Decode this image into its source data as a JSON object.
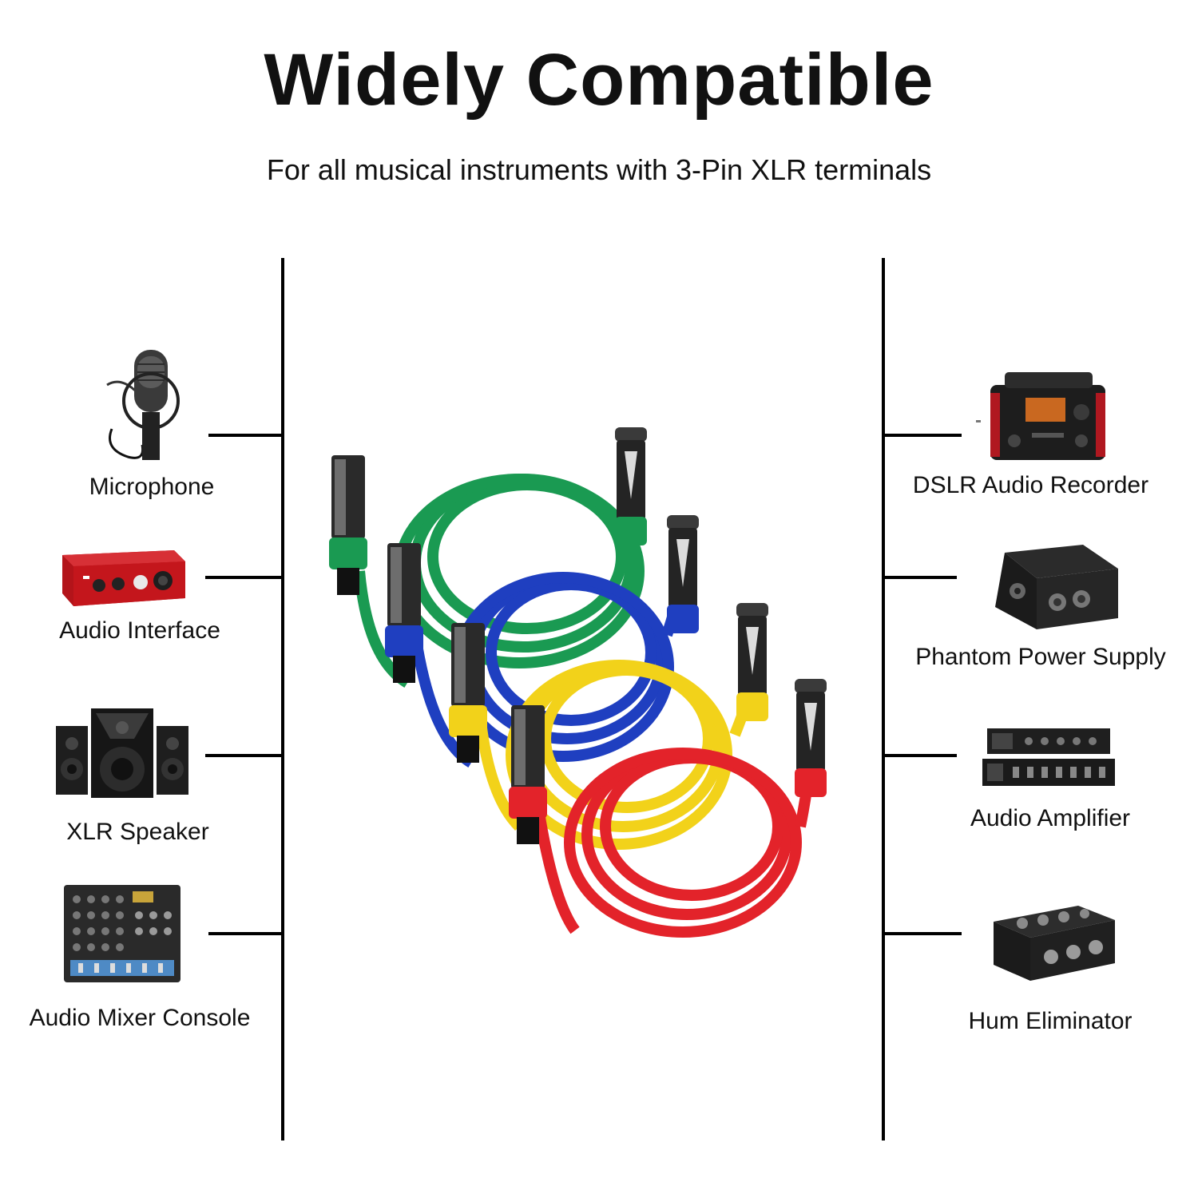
{
  "header": {
    "title": "Widely Compatible",
    "subtitle": "For all musical instruments with 3-Pin XLR terminals"
  },
  "left_devices": [
    {
      "label": "Microphone",
      "icon": "microphone-icon"
    },
    {
      "label": "Audio Interface",
      "icon": "audio-interface-icon"
    },
    {
      "label": "XLR Speaker",
      "icon": "speaker-icon"
    },
    {
      "label": "Audio Mixer Console",
      "icon": "mixer-icon"
    }
  ],
  "right_devices": [
    {
      "label": "DSLR Audio Recorder",
      "icon": "recorder-icon"
    },
    {
      "label": "Phantom Power Supply",
      "icon": "phantom-power-icon"
    },
    {
      "label": "Audio Amplifier",
      "icon": "amplifier-icon"
    },
    {
      "label": "Hum Eliminator",
      "icon": "hum-eliminator-icon"
    }
  ],
  "cables": {
    "colors": [
      "#1a9a52",
      "#1f3fc0",
      "#f2d21a",
      "#e3232a"
    ],
    "names": [
      "green",
      "blue",
      "yellow",
      "red"
    ]
  }
}
